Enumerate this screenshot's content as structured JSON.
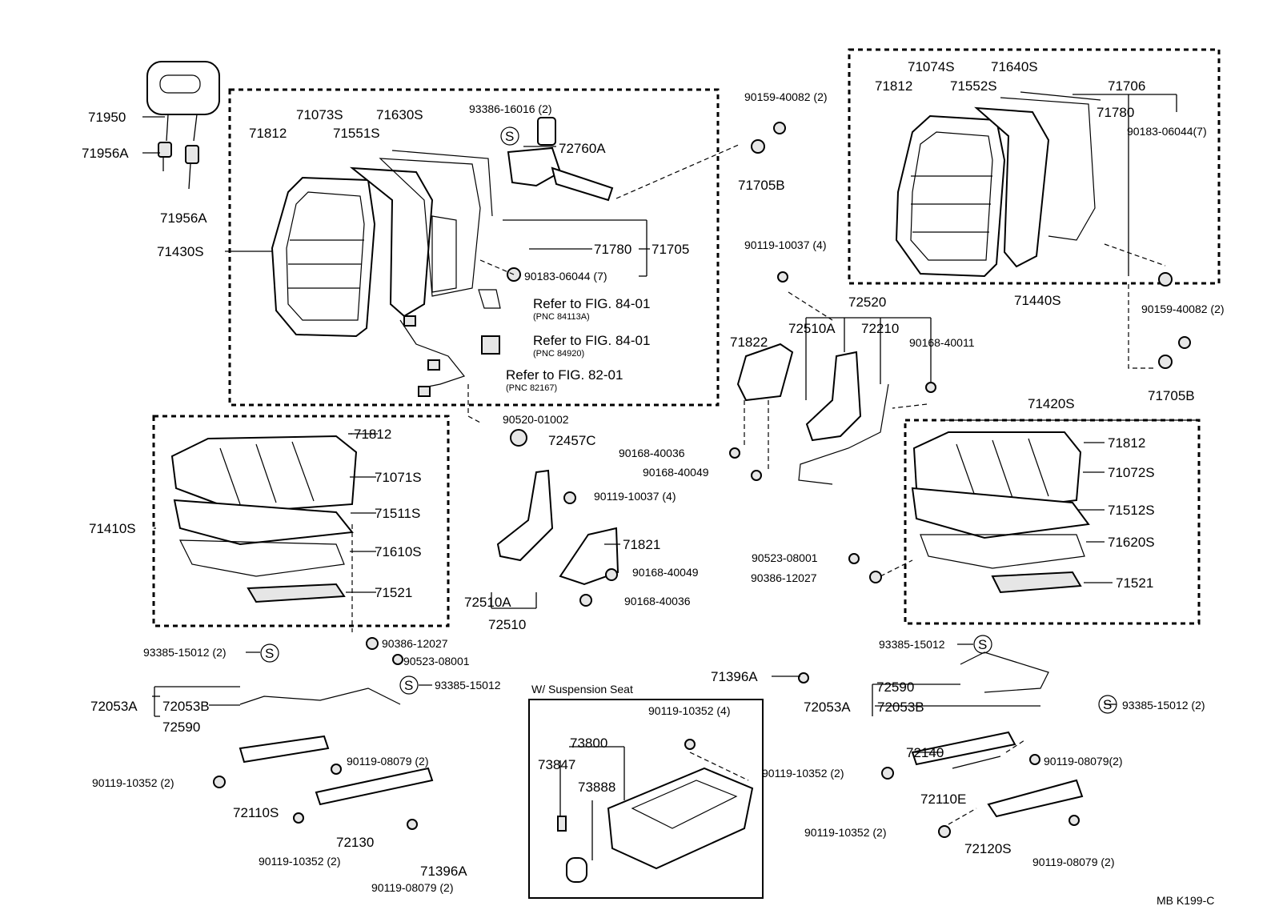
{
  "labels": {
    "p71950": "71950",
    "p71956a_1": "71956A",
    "p71956a_2": "71956A",
    "p71430s": "71430S",
    "p71812_1": "71812",
    "p71073s": "71073S",
    "p71551s": "71551S",
    "p71630s": "71630S",
    "p93386": "93386-16016 (2)",
    "p72760a": "72760A",
    "p71780_1": "71780",
    "p71705": "71705",
    "p90183_1": "90183-06044 (7)",
    "ref1": "Refer to FIG. 84-01",
    "pnc1": "(PNC 84113A)",
    "ref2": "Refer to FIG. 84-01",
    "pnc2": "(PNC 84920)",
    "ref3": "Refer to FIG. 82-01",
    "pnc3": "(PNC 82167)",
    "p90159_1": "90159-40082 (2)",
    "p71705b_1": "71705B",
    "p90119_10037_1": "90119-10037 (4)",
    "p72520": "72520",
    "p72510a_1": "72510A",
    "p72210": "72210",
    "p90168_40011": "90168-40011",
    "p71822": "71822",
    "p90168_40036_1": "90168-40036",
    "p90168_40049_1": "90168-40049",
    "p90520": "90520-01002",
    "p72457c": "72457C",
    "p71812_2": "71812",
    "p71071s": "71071S",
    "p71410s": "71410S",
    "p71511s": "71511S",
    "p71610s": "71610S",
    "p71521_1": "71521",
    "p90119_10037_2": "90119-10037 (4)",
    "p71821": "71821",
    "p90168_40049_2": "90168-40049",
    "p90168_40036_2": "90168-40036",
    "p72510a_2": "72510A",
    "p72510": "72510",
    "p71074s": "71074S",
    "p71640s": "71640S",
    "p71812_3": "71812",
    "p71552s": "71552S",
    "p71706": "71706",
    "p71780_2": "71780",
    "p90183_2": "90183-06044(7)",
    "p71440s": "71440S",
    "p90159_2": "90159-40082 (2)",
    "p71705b_2": "71705B",
    "p71420s": "71420S",
    "p71812_4": "71812",
    "p71072s": "71072S",
    "p71512s": "71512S",
    "p71620s": "71620S",
    "p71521_2": "71521",
    "p90523_1": "90523-08001",
    "p90386_1": "90386-12027",
    "p90386_2": "90386-12027",
    "p90523_2": "90523-08001",
    "p93385_1": "93385-15012 (2)",
    "p93385_2": "93385-15012",
    "p72053a_1": "72053A",
    "p72053b_1": "72053B",
    "p72590_1": "72590",
    "p90119_08079_1": "90119-08079 (2)",
    "p90119_10352_1": "90119-10352 (2)",
    "p72110s": "72110S",
    "p72130": "72130",
    "p90119_10352_2": "90119-10352 (2)",
    "p71396a_1": "71396A",
    "p90119_08079_2": "90119-08079 (2)",
    "suspension_title": "W/ Suspension Seat",
    "p90119_10352_3": "90119-10352 (4)",
    "p73800": "73800",
    "p73847": "73847",
    "p73888": "73888",
    "p71396a_2": "71396A",
    "p93385_3": "93385-15012",
    "p72590_2": "72590",
    "p72053a_2": "72053A",
    "p72053b_2": "72053B",
    "p93385_4": "93385-15012 (2)",
    "p72140": "72140",
    "p90119_08079_3": "90119-08079(2)",
    "p90119_10352_4": "90119-10352 (2)",
    "p72110e": "72110E",
    "p90119_10352_5": "90119-10352 (2)",
    "p72120s": "72120S",
    "p90119_08079_4": "90119-08079 (2)",
    "figure_code": "MB  K199-C"
  },
  "icons": [
    "clip-s-icon",
    "headrest-icon",
    "seatback-icon",
    "cushion-icon",
    "seat-track-icon",
    "bolt-icon"
  ]
}
